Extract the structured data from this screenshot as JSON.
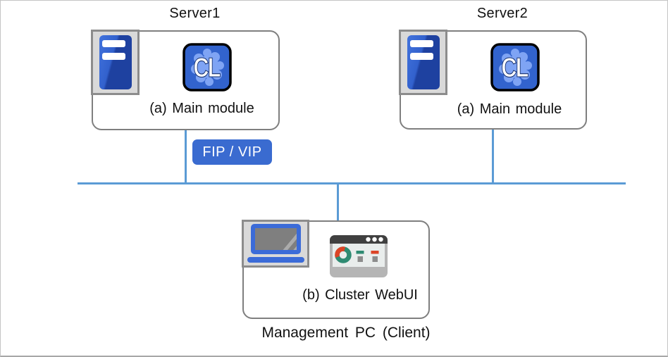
{
  "colors": {
    "box_border": "#7f7f7f",
    "network_line": "#5b9bd5",
    "badge_blue": "#3a6bd0",
    "icon_panel_bg": "#d9d9d9",
    "server_blue_light": "#3d6ed4",
    "server_blue_dark": "#1e41a0",
    "cl_app_blue": "#3263cd",
    "cl_blob_blue": "#7fa4f4",
    "laptop_blue": "#3b6bd8",
    "window_titlebar": "#404040",
    "donut_teal": "#2e8b72",
    "donut_red": "#dc4426"
  },
  "nodes": {
    "server1": {
      "title": "Server1",
      "module_label": "(a) Main module",
      "icons": [
        "server-icon",
        "cl-app-icon"
      ]
    },
    "server2": {
      "title": "Server2",
      "module_label": "(a) Main module",
      "icons": [
        "server-icon",
        "cl-app-icon"
      ]
    },
    "management_pc": {
      "module_label": "(b) Cluster WebUI",
      "caption": "Management PC (Client)",
      "icons": [
        "laptop-icon",
        "webui-dashboard-icon"
      ]
    }
  },
  "badge": {
    "label": "FIP / VIP"
  },
  "cl_icon_text": "CL"
}
